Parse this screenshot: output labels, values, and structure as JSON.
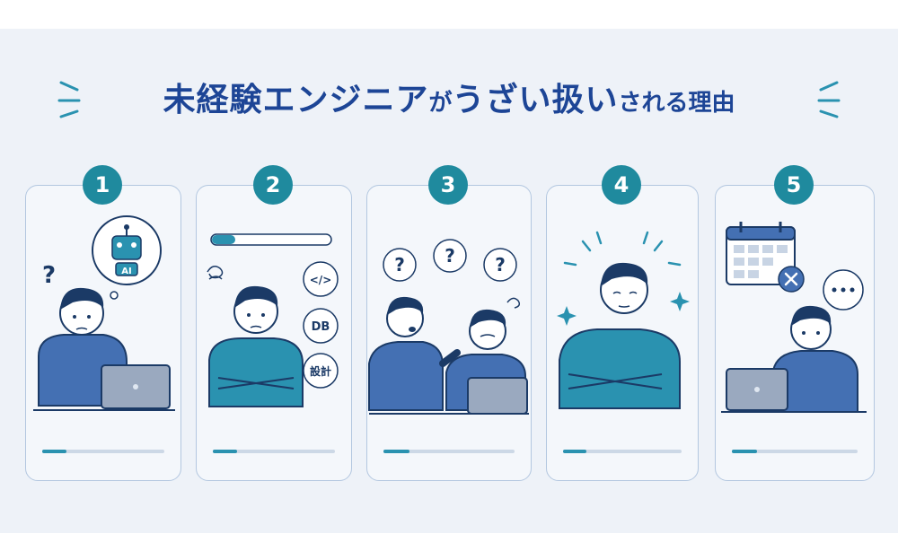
{
  "title": {
    "part1": "未経験エンジニア",
    "part2": "が",
    "part3": "うざい扱い",
    "part4": "される理由"
  },
  "colors": {
    "navy": "#1d4596",
    "teal": "#1f8a9e",
    "background": "#eef2f8",
    "card_border": "#b3c7e0"
  },
  "cards": [
    {
      "number": "1",
      "icons": [
        "question-mark-icon",
        "ai-robot-icon",
        "laptop-icon"
      ],
      "bubble_text": "AI",
      "progress": 0.2
    },
    {
      "number": "2",
      "icons": [
        "dizzy-icon",
        "code-icon",
        "database-icon",
        "design-icon"
      ],
      "skills": [
        "</>",
        "DB",
        "設計"
      ],
      "loading_progress": 0.18,
      "progress": 0.2
    },
    {
      "number": "3",
      "icons": [
        "question-mark-icon",
        "question-mark-icon",
        "question-mark-icon",
        "dizzy-icon",
        "laptop-icon"
      ],
      "progress": 0.2
    },
    {
      "number": "4",
      "icons": [
        "sparkle-icon"
      ],
      "progress": 0.2
    },
    {
      "number": "5",
      "icons": [
        "calendar-icon",
        "cancel-icon",
        "ellipsis-bubble-icon",
        "laptop-icon"
      ],
      "progress": 0.2
    }
  ]
}
